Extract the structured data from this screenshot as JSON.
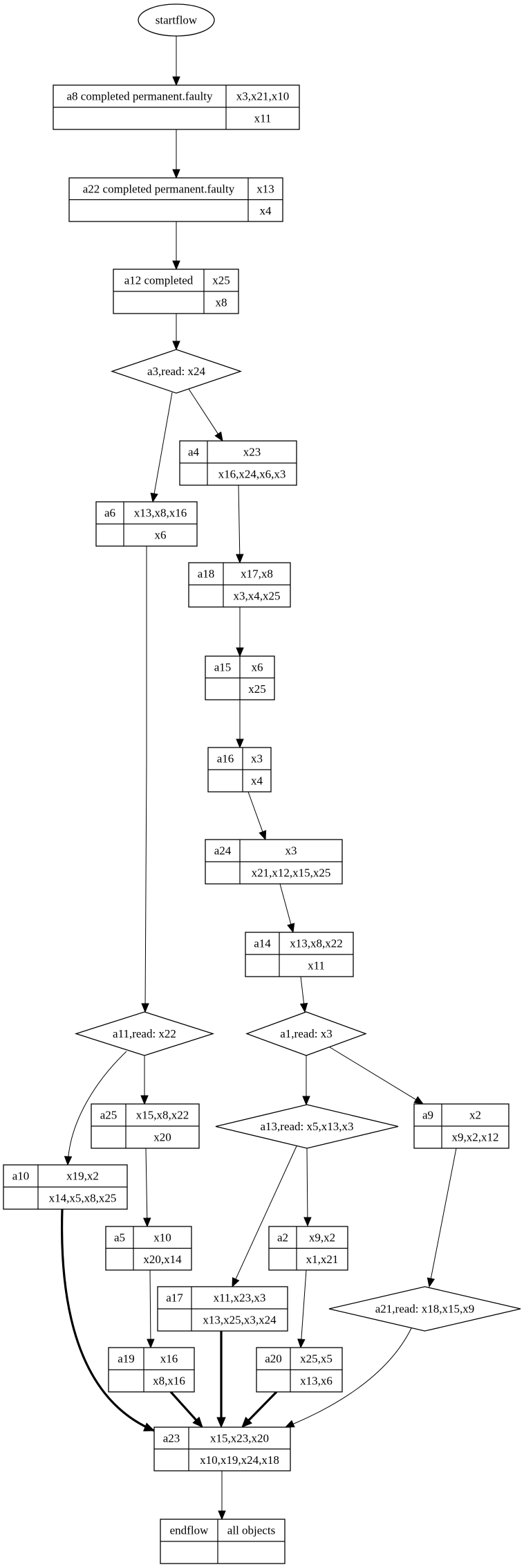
{
  "diagram": {
    "type": "flow graph",
    "nodes": [
      {
        "id": "startflow",
        "shape": "ellipse",
        "label": "startflow"
      },
      {
        "id": "a8",
        "shape": "record",
        "name": "a8 completed permanent.faulty",
        "top": "x3,x21,x10",
        "bottom": "x11"
      },
      {
        "id": "a22",
        "shape": "record",
        "name": "a22 completed permanent.faulty",
        "top": "x13",
        "bottom": "x4"
      },
      {
        "id": "a12",
        "shape": "record",
        "name": "a12 completed",
        "top": "x25",
        "bottom": "x8"
      },
      {
        "id": "a3",
        "shape": "diamond",
        "label": "a3,read: x24"
      },
      {
        "id": "a4",
        "shape": "record",
        "name": "a4",
        "top": "x23",
        "bottom": "x16,x24,x6,x3"
      },
      {
        "id": "a6",
        "shape": "record",
        "name": "a6",
        "top": "x13,x8,x16",
        "bottom": "x6"
      },
      {
        "id": "a18",
        "shape": "record",
        "name": "a18",
        "top": "x17,x8",
        "bottom": "x3,x4,x25"
      },
      {
        "id": "a15",
        "shape": "record",
        "name": "a15",
        "top": "x6",
        "bottom": "x25"
      },
      {
        "id": "a16",
        "shape": "record",
        "name": "a16",
        "top": "x3",
        "bottom": "x4"
      },
      {
        "id": "a24",
        "shape": "record",
        "name": "a24",
        "top": "x3",
        "bottom": "x21,x12,x15,x25"
      },
      {
        "id": "a14",
        "shape": "record",
        "name": "a14",
        "top": "x13,x8,x22",
        "bottom": "x11"
      },
      {
        "id": "a11",
        "shape": "diamond",
        "label": "a11,read: x22"
      },
      {
        "id": "a1",
        "shape": "diamond",
        "label": "a1,read: x3"
      },
      {
        "id": "a25",
        "shape": "record",
        "name": "a25",
        "top": "x15,x8,x22",
        "bottom": "x20"
      },
      {
        "id": "a13",
        "shape": "diamond",
        "label": "a13,read: x5,x13,x3"
      },
      {
        "id": "a9",
        "shape": "record",
        "name": "a9",
        "top": "x2",
        "bottom": "x9,x2,x12"
      },
      {
        "id": "a10",
        "shape": "record",
        "name": "a10",
        "top": "x19,x2",
        "bottom": "x14,x5,x8,x25"
      },
      {
        "id": "a5",
        "shape": "record",
        "name": "a5",
        "top": "x10",
        "bottom": "x20,x14"
      },
      {
        "id": "a2",
        "shape": "record",
        "name": "a2",
        "top": "x9,x2",
        "bottom": "x1,x21"
      },
      {
        "id": "a17",
        "shape": "record",
        "name": "a17",
        "top": "x11,x23,x3",
        "bottom": "x13,x25,x3,x24"
      },
      {
        "id": "a21",
        "shape": "diamond",
        "label": "a21,read: x18,x15,x9"
      },
      {
        "id": "a19",
        "shape": "record",
        "name": "a19",
        "top": "x16",
        "bottom": "x8,x16"
      },
      {
        "id": "a20",
        "shape": "record",
        "name": "a20",
        "top": "x25,x5",
        "bottom": "x13,x6"
      },
      {
        "id": "a23",
        "shape": "record",
        "name": "a23",
        "top": "x15,x23,x20",
        "bottom": "x10,x19,x24,x18"
      },
      {
        "id": "endflow",
        "shape": "record",
        "name": "endflow",
        "top": "all objects",
        "bottom": ""
      }
    ],
    "edges": [
      {
        "from": "startflow",
        "to": "a8",
        "style": "normal"
      },
      {
        "from": "a8",
        "to": "a22",
        "style": "normal"
      },
      {
        "from": "a22",
        "to": "a12",
        "style": "normal"
      },
      {
        "from": "a12",
        "to": "a3",
        "style": "normal"
      },
      {
        "from": "a3",
        "to": "a6",
        "style": "normal"
      },
      {
        "from": "a3",
        "to": "a4",
        "style": "normal"
      },
      {
        "from": "a4",
        "to": "a18",
        "style": "normal"
      },
      {
        "from": "a18",
        "to": "a15",
        "style": "normal"
      },
      {
        "from": "a15",
        "to": "a16",
        "style": "normal"
      },
      {
        "from": "a16",
        "to": "a24",
        "style": "normal"
      },
      {
        "from": "a24",
        "to": "a14",
        "style": "normal"
      },
      {
        "from": "a14",
        "to": "a1",
        "style": "normal"
      },
      {
        "from": "a6",
        "to": "a11",
        "style": "normal"
      },
      {
        "from": "a11",
        "to": "a10",
        "style": "normal"
      },
      {
        "from": "a11",
        "to": "a25",
        "style": "normal"
      },
      {
        "from": "a1",
        "to": "a13",
        "style": "normal"
      },
      {
        "from": "a1",
        "to": "a9",
        "style": "normal"
      },
      {
        "from": "a25",
        "to": "a5",
        "style": "normal"
      },
      {
        "from": "a13",
        "to": "a17",
        "style": "normal"
      },
      {
        "from": "a13",
        "to": "a2",
        "style": "normal"
      },
      {
        "from": "a9",
        "to": "a21",
        "style": "normal"
      },
      {
        "from": "a5",
        "to": "a19",
        "style": "normal"
      },
      {
        "from": "a2",
        "to": "a20",
        "style": "normal"
      },
      {
        "from": "a10",
        "to": "a23",
        "style": "bold"
      },
      {
        "from": "a19",
        "to": "a23",
        "style": "bold"
      },
      {
        "from": "a17",
        "to": "a23",
        "style": "bold"
      },
      {
        "from": "a20",
        "to": "a23",
        "style": "bold"
      },
      {
        "from": "a21",
        "to": "a23",
        "style": "normal"
      },
      {
        "from": "a23",
        "to": "endflow",
        "style": "normal"
      }
    ]
  }
}
